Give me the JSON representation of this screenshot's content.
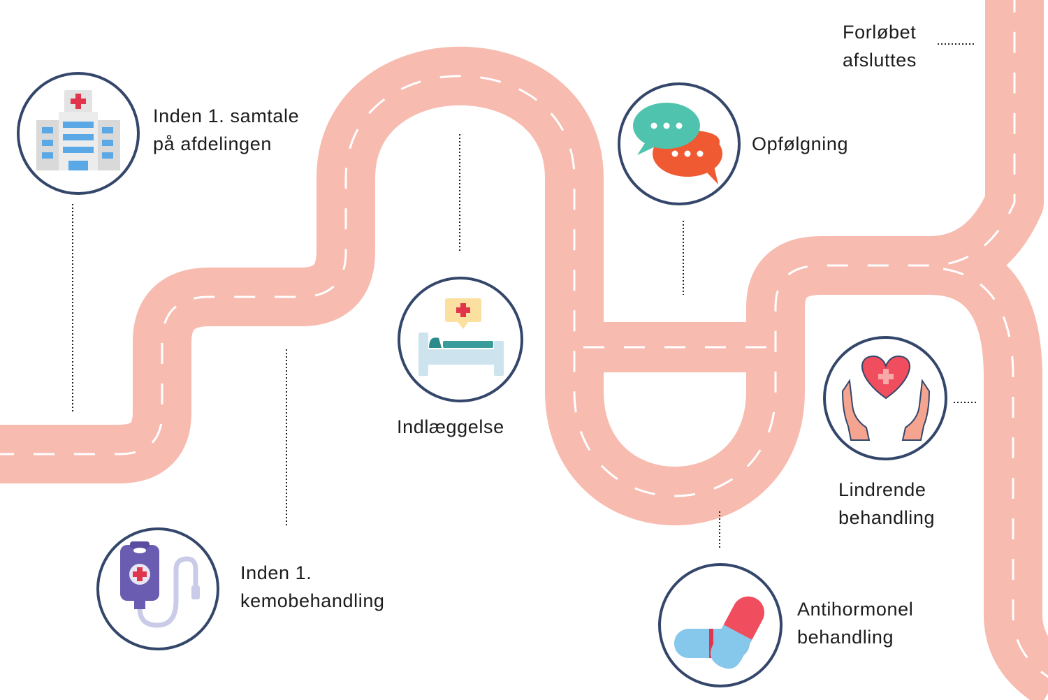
{
  "diagram": {
    "colors": {
      "road": "#f7bbb0",
      "dash": "#ffffff",
      "circle_stroke": "#34476b",
      "leader": "#222222"
    },
    "stages": [
      {
        "id": "pre-first-talk",
        "icon": "hospital-icon",
        "lines": [
          "Inden 1. samtale",
          "på afdelingen"
        ]
      },
      {
        "id": "pre-chemo",
        "icon": "iv-bag-icon",
        "lines": [
          "Inden 1.",
          "kemobehandling"
        ]
      },
      {
        "id": "admission",
        "icon": "hospital-bed-icon",
        "lines": [
          "Indlæggelse"
        ]
      },
      {
        "id": "follow-up",
        "icon": "speech-bubbles-icon",
        "lines": [
          "Opfølgning"
        ]
      },
      {
        "id": "antihormonal",
        "icon": "pill-capsules-icon",
        "lines": [
          "Antihormonel",
          "behandling"
        ]
      },
      {
        "id": "palliative",
        "icon": "heart-hands-icon",
        "lines": [
          "Lindrende",
          "behandling"
        ]
      },
      {
        "id": "completed",
        "icon": "finish-marker",
        "lines": [
          "Forløbet",
          "afsluttes"
        ]
      }
    ]
  }
}
